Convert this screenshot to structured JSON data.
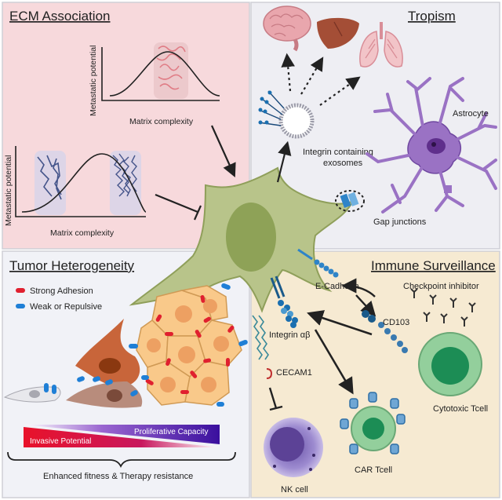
{
  "panels": {
    "ecm": {
      "title": "ECM Association"
    },
    "tropism": {
      "title": "Tropism"
    },
    "heterogeneity": {
      "title": "Tumor Heterogeneity"
    },
    "immune": {
      "title": "Immune Surveillance"
    }
  },
  "ecm": {
    "plot1": {
      "xlabel": "Matrix complexity",
      "ylabel": "Metastatic potential"
    },
    "plot2": {
      "xlabel": "Matrix complexity",
      "ylabel": "Metastatic potential"
    }
  },
  "tropism": {
    "exosome_label_line1": "Integrin containing",
    "exosome_label_line2": "exosomes",
    "astrocyte_label": "Astrocyte",
    "gap_junctions_label": "Gap junctions"
  },
  "heterogeneity": {
    "legend": {
      "strong": "Strong Adhesion",
      "weak": "Weak or Repulsive"
    },
    "bar": {
      "top": "Proliferative Capacity",
      "bottom": "Invasive Potential"
    },
    "footer": "Enhanced fitness & Therapy resistance"
  },
  "immune": {
    "e_cadherin": "E-Cadherin",
    "checkpoint": "Checkpoint inhibitor",
    "cd103": "CD103",
    "integrin": "Integrin αβ",
    "cecam1": "CECAM1",
    "cytotoxic": "Cytotoxic Tcell",
    "car": "CAR Tcell",
    "nk": "NK cell"
  },
  "colors": {
    "ecm_bg": "#f7d9dc",
    "tropism_bg": "#eeeef3",
    "heterogeneity_bg": "#f1f2f7",
    "immune_bg": "#f6ead2",
    "tumor_cell": "#b8c48a",
    "nucleus": "#8ea257",
    "strong": "#e0202f",
    "weak": "#1f7fd6",
    "astrocyte": "#8e64b7",
    "tcell": "#93cf9c",
    "nk": "#b8a8d8"
  }
}
